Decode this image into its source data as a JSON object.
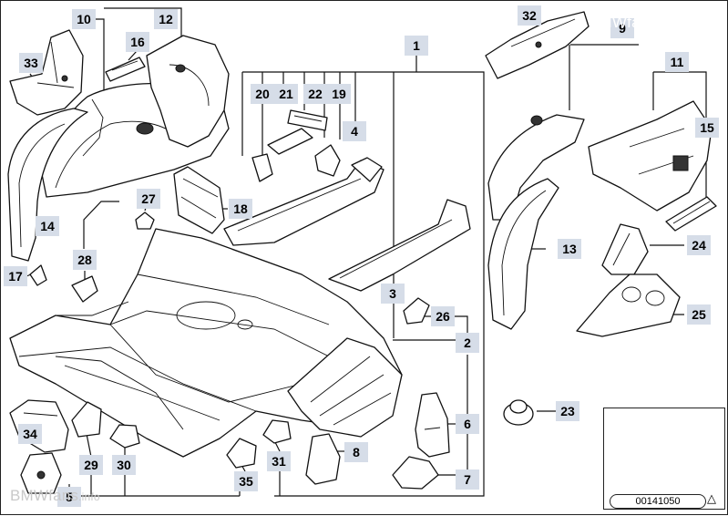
{
  "diagram": {
    "callouts": [
      {
        "id": "c10",
        "text": "10"
      },
      {
        "id": "c12",
        "text": "12"
      },
      {
        "id": "c16",
        "text": "16"
      },
      {
        "id": "c33",
        "text": "33"
      },
      {
        "id": "c1",
        "text": "1"
      },
      {
        "id": "c20",
        "text": "20"
      },
      {
        "id": "c21",
        "text": "21"
      },
      {
        "id": "c22",
        "text": "22"
      },
      {
        "id": "c19",
        "text": "19"
      },
      {
        "id": "c4",
        "text": "4"
      },
      {
        "id": "c32",
        "text": "32"
      },
      {
        "id": "c9",
        "text": "9"
      },
      {
        "id": "c11",
        "text": "11"
      },
      {
        "id": "c15",
        "text": "15"
      },
      {
        "id": "c14",
        "text": "14"
      },
      {
        "id": "c27",
        "text": "27"
      },
      {
        "id": "c18",
        "text": "18"
      },
      {
        "id": "c13",
        "text": "13"
      },
      {
        "id": "c24",
        "text": "24"
      },
      {
        "id": "c28",
        "text": "28"
      },
      {
        "id": "c17",
        "text": "17"
      },
      {
        "id": "c3",
        "text": "3"
      },
      {
        "id": "c26",
        "text": "26"
      },
      {
        "id": "c25",
        "text": "25"
      },
      {
        "id": "c2",
        "text": "2"
      },
      {
        "id": "c23",
        "text": "23"
      },
      {
        "id": "c6",
        "text": "6"
      },
      {
        "id": "c34",
        "text": "34"
      },
      {
        "id": "c8",
        "text": "8"
      },
      {
        "id": "c29",
        "text": "29"
      },
      {
        "id": "c30",
        "text": "30"
      },
      {
        "id": "c31",
        "text": "31"
      },
      {
        "id": "c7",
        "text": "7"
      },
      {
        "id": "c35",
        "text": "35"
      },
      {
        "id": "c5",
        "text": "5"
      }
    ],
    "reference_number": "00141050",
    "watermark_top": {
      "main": "BMWfans",
      "suffix": ".info"
    },
    "watermark_bottom": {
      "main": "BMWfans",
      "suffix": ".info"
    }
  }
}
